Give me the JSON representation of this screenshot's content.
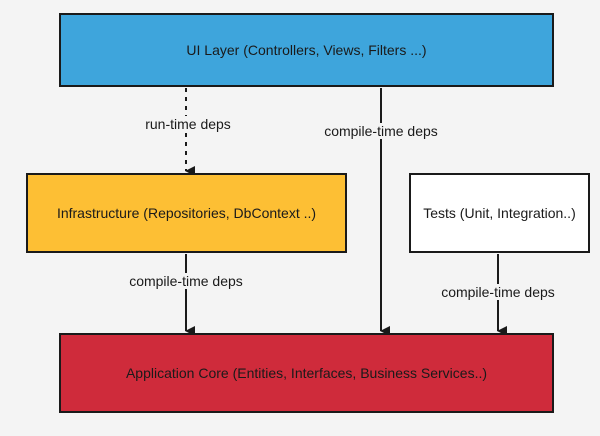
{
  "diagram": {
    "nodes": {
      "ui_layer": {
        "label": "UI Layer (Controllers, Views, Filters ...)",
        "fill": "#3ea5dc"
      },
      "infrastructure": {
        "label": "Infrastructure (Repositories, DbContext ..)",
        "fill": "#fdbf34"
      },
      "tests": {
        "label": "Tests (Unit, Integration..)",
        "fill": "#ffffff"
      },
      "application_core": {
        "label": "Application Core (Entities, Interfaces, Business Services..)",
        "fill": "#cf2b3b"
      }
    },
    "edges": {
      "ui_to_infrastructure": {
        "label": "run-time deps",
        "style": "dashed"
      },
      "ui_to_core": {
        "label": "compile-time deps",
        "style": "solid"
      },
      "infrastructure_to_core": {
        "label": "compile-time deps",
        "style": "solid"
      },
      "tests_to_core": {
        "label": "compile-time deps",
        "style": "solid"
      }
    }
  }
}
